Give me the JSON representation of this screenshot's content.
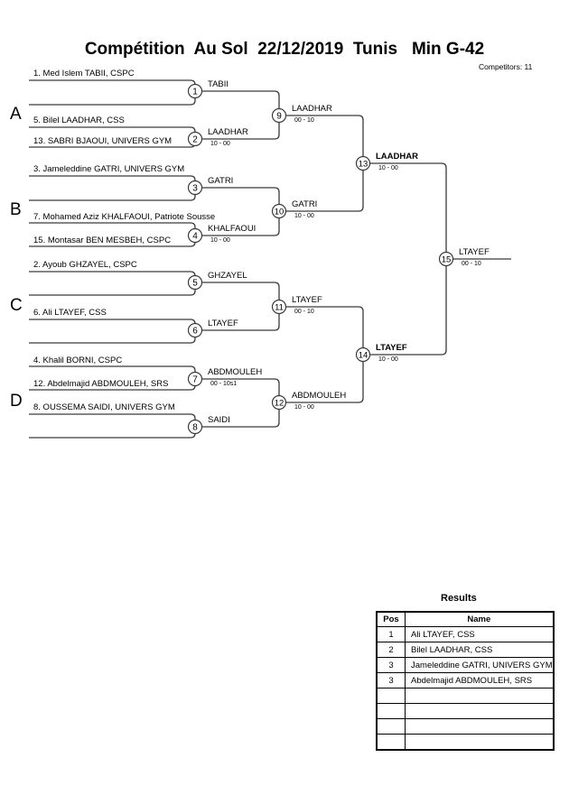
{
  "title": "Compétition  Au Sol  22/12/2019  Tunis   Min G-42",
  "competitors_label": "Competitors: 11",
  "pools": [
    "A",
    "B",
    "C",
    "D"
  ],
  "entries": [
    "1. Med Islem TABII, CSPC",
    "5. Bilel LAADHAR, CSS",
    "13. SABRI BJAOUI, UNIVERS GYM",
    "3. Jameleddine GATRI, UNIVERS GYM",
    "7. Mohamed Aziz KHALFAOUI, Patriote Sousse",
    "15. Montasar BEN MESBEH, CSPC",
    "2. Ayoub GHZAYEL, CSPC",
    "6. Ali LTAYEF, CSS",
    "4. Khalil BORNI, CSPC",
    "12. Abdelmajid ABDMOULEH, SRS",
    "8. OUSSEMA SAIDI, UNIVERS GYM"
  ],
  "matches": [
    {
      "no": "1",
      "winner": "TABII",
      "score": ""
    },
    {
      "no": "2",
      "winner": "LAADHAR",
      "score": "10 - 00"
    },
    {
      "no": "3",
      "winner": "GATRI",
      "score": ""
    },
    {
      "no": "4",
      "winner": "KHALFAOUI",
      "score": "10 - 00"
    },
    {
      "no": "5",
      "winner": "GHZAYEL",
      "score": ""
    },
    {
      "no": "6",
      "winner": "LTAYEF",
      "score": ""
    },
    {
      "no": "7",
      "winner": "ABDMOULEH",
      "score": "00 - 10s1"
    },
    {
      "no": "8",
      "winner": "SAIDI",
      "score": ""
    },
    {
      "no": "9",
      "winner": "LAADHAR",
      "score": "00 - 10"
    },
    {
      "no": "10",
      "winner": "GATRI",
      "score": "10 - 00"
    },
    {
      "no": "11",
      "winner": "LTAYEF",
      "score": "00 - 10"
    },
    {
      "no": "12",
      "winner": "ABDMOULEH",
      "score": "10 - 00"
    },
    {
      "no": "13",
      "winner": "LAADHAR",
      "score": "10 - 00"
    },
    {
      "no": "14",
      "winner": "LTAYEF",
      "score": "10 - 00"
    },
    {
      "no": "15",
      "winner": "LTAYEF",
      "score": "00 - 10"
    }
  ],
  "results": {
    "title": "Results",
    "headers": {
      "pos": "Pos",
      "name": "Name"
    },
    "rows": [
      {
        "pos": "1",
        "name": "Ali LTAYEF, CSS"
      },
      {
        "pos": "2",
        "name": "Bilel LAADHAR, CSS"
      },
      {
        "pos": "3",
        "name": "Jameleddine GATRI, UNIVERS GYM"
      },
      {
        "pos": "3",
        "name": "Abdelmajid ABDMOULEH, SRS"
      },
      {
        "pos": "",
        "name": ""
      },
      {
        "pos": "",
        "name": ""
      },
      {
        "pos": "",
        "name": ""
      },
      {
        "pos": "",
        "name": ""
      }
    ]
  }
}
